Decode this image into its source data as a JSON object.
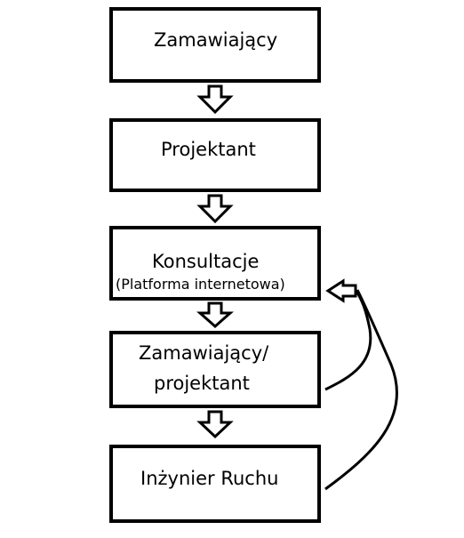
{
  "diagram": {
    "nodes": [
      {
        "id": "zamawiajacy",
        "label": "Zamawiający"
      },
      {
        "id": "projektant",
        "label": "Projektant"
      },
      {
        "id": "konsultacje",
        "label": "Konsultacje",
        "sublabel": "(Platforma internetowa)"
      },
      {
        "id": "zamawiajacy-projektant",
        "label_line1": "Zamawiający/",
        "label_line2": "projektant"
      },
      {
        "id": "inzynier-ruchu",
        "label": "Inżynier Ruchu"
      }
    ],
    "colors": {
      "stroke": "#000000",
      "background": "#ffffff"
    }
  }
}
